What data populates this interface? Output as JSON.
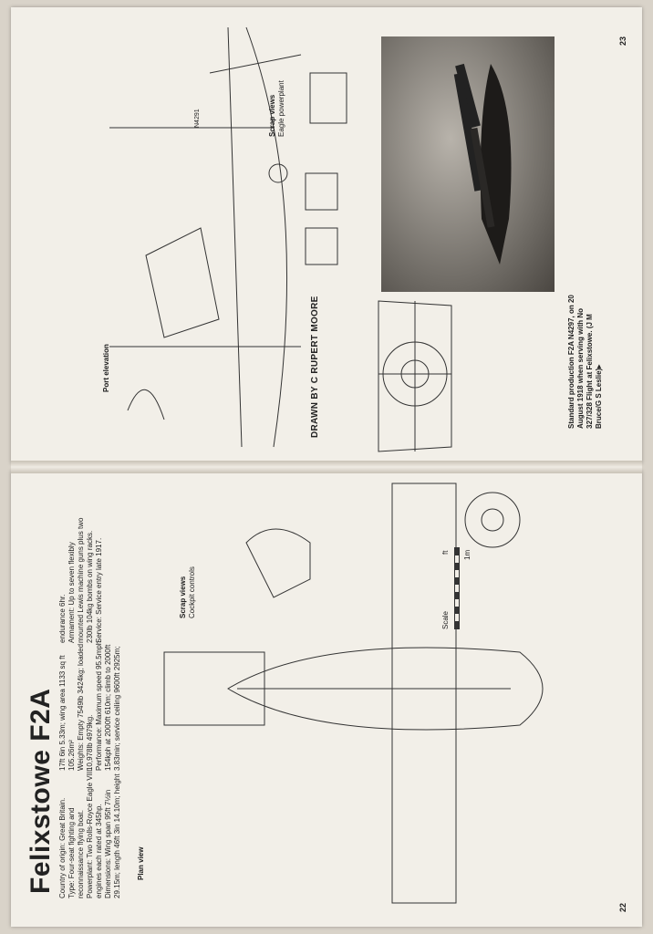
{
  "title": "Felixstowe F2A",
  "specs": {
    "col1": [
      "Country of origin: Great Britain.",
      "Type: Four-seat fighting and",
      "reconnaissance flying boat.",
      "Powerplant: Two Rolls-Royce Eagle VIII",
      "engines each rated at 345hp.",
      "Dimensions: Wing span 95ft 7½in",
      "29.15m; length 46ft 3in 14.10m; height"
    ],
    "col2": [
      "17ft 6in 5.33m; wing area 1133 sq ft",
      "105.26m²",
      "Weights: Empty 7549lb 3424kg; loaded",
      "10,978lb 4979kg.",
      "Performance: Maximum speed 95.5mph",
      "154kph at 2000ft 610m; climb to 2000ft",
      "3.83min; service ceiling 9600ft 2925m;"
    ],
    "col3": [
      "endurance 6hr.",
      "Armament: Up to seven flexibly",
      "mounted Lewis machine guns plus two",
      "230lb 104kg bombs on wing racks.",
      "Service: Service entry late 1917."
    ]
  },
  "labels": {
    "plan_view": "Plan view",
    "port_elevation": "Port elevation",
    "scrap_cockpit_title": "Scrap views",
    "scrap_cockpit_sub": "Cockpit controls",
    "scrap_engine_title": "Scrap views",
    "scrap_engine_sub": "Eagle powerplant",
    "credit": "DRAWN BY C RUPERT MOORE",
    "scale": "Scale",
    "scale_ft": "ft",
    "scale_m": "1m",
    "serial": "N4291"
  },
  "photo_caption": [
    "Standard production F2A N4297, on 20",
    "August 1918 when serving with No",
    "327/328 Flight at Felixstowe. (J M",
    "Bruce/G S Leslie)▸"
  ],
  "page_numbers": {
    "left": "22",
    "right": "23"
  }
}
